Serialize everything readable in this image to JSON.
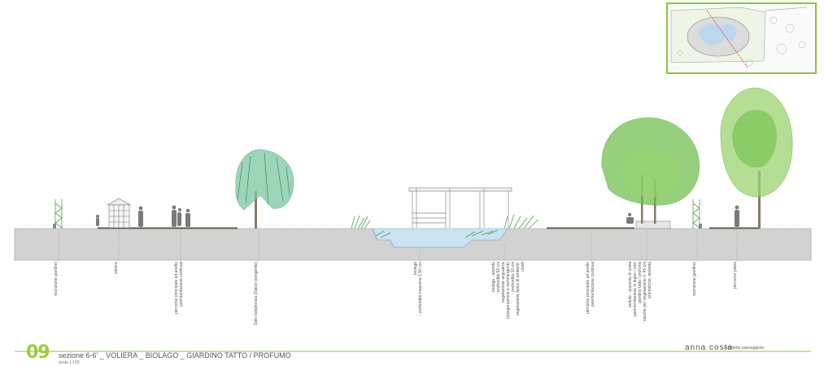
{
  "footer": {
    "number": "09",
    "title": "sezione 6-6' _ VOLIERA _ BIOLAGO _ GIARDINO TATTO / PROFUMO",
    "scale": "scala 1:100",
    "author": "anna costa",
    "role": "architetto paesaggista"
  },
  "labels": [
    {
      "id": "recinzione-1",
      "text": "recinzione giardino"
    },
    {
      "id": "voliera",
      "text": "voliera"
    },
    {
      "id": "percorso-1",
      "text": "percorso principale ad anello\npavimentazione continua"
    },
    {
      "id": "salix",
      "text": "Salix babylonica (Salice piangente)"
    },
    {
      "id": "biolago",
      "text": "biolago\n- profondità massima 1.50 cm"
    },
    {
      "id": "sponde",
      "text": "biolago - sponde\n- profondità 50 cm\nvegetazione acquatica\n(ossigenazione e sommergenti)\n- profondità 10 cm\nvegetazione tipica di ambienti\numidi"
    },
    {
      "id": "percorso-2",
      "text": "percorso principale ad anello\npavimentazione continua"
    },
    {
      "id": "sedute",
      "text": "sedute - piazzola di sosta\npavimentazione in legno / wpc\ngiardino tatto / profumo\nvasche per vegetazione h. 45 cm\naromatiche, lavanda"
    },
    {
      "id": "recinzione-2",
      "text": "recinzione giardino"
    },
    {
      "id": "percorso-piano",
      "text": "percorso piano"
    }
  ],
  "colors": {
    "accent": "#8cc43c",
    "water": "#c9e3f2",
    "ground": "#d2d2d2",
    "tree": "#6cbd45",
    "tree_light": "#9bd36f",
    "willow": "#7cc8a0"
  }
}
